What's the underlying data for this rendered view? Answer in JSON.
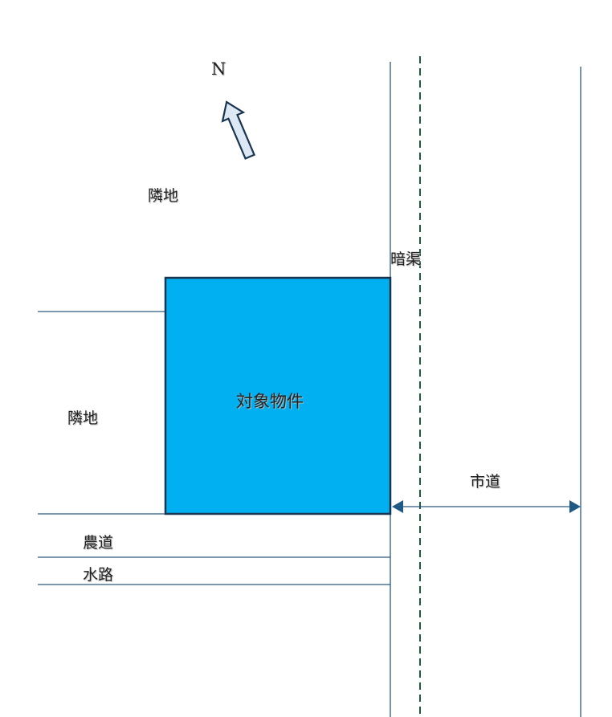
{
  "north_label": "N",
  "labels": {
    "neighbor_north": "隣地",
    "neighbor_west": "隣地",
    "subject_property": "対象物件",
    "culvert": "暗渠",
    "city_road": "市道",
    "farm_road": "農道",
    "waterway": "水路"
  },
  "colors": {
    "property_fill": "#00b0f0",
    "line": "#1f4e79",
    "culvert_dash": "#1e5b3a",
    "arrow_fill": "#dce9f5"
  }
}
